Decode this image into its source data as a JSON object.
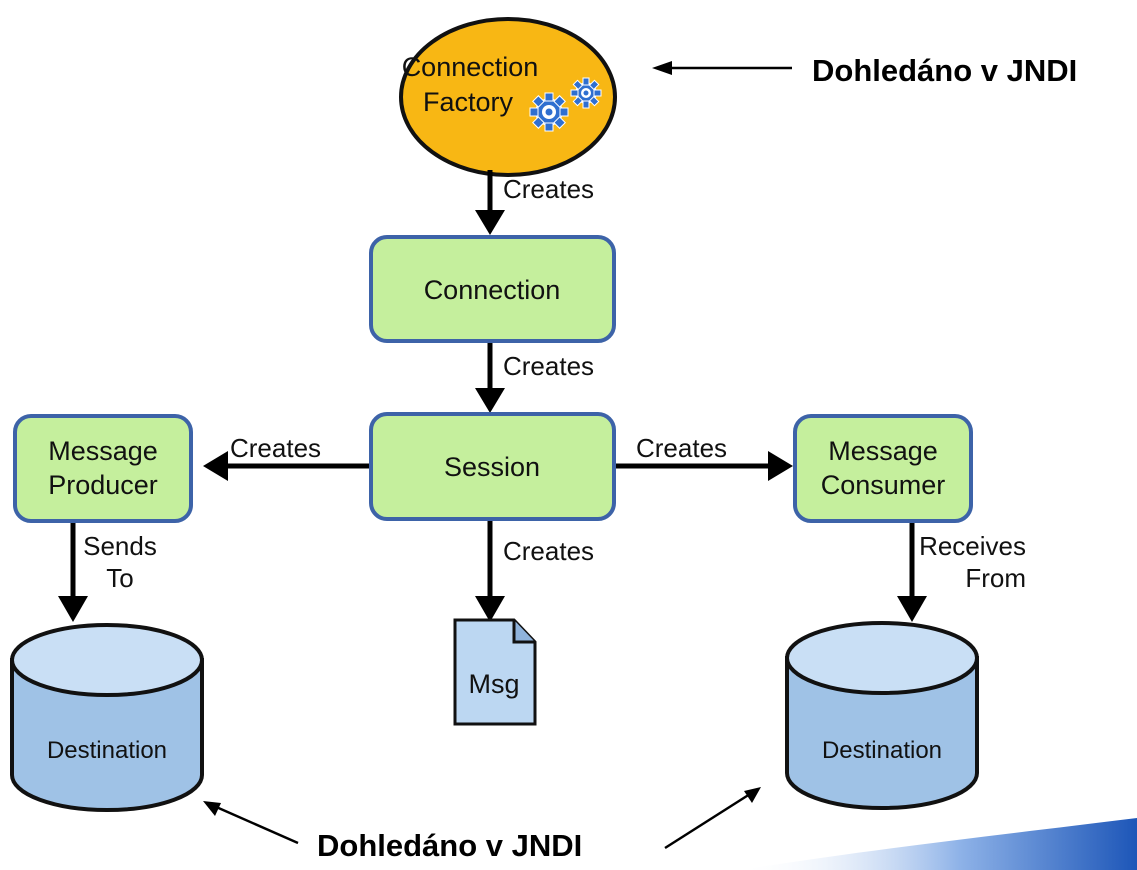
{
  "nodes": {
    "factory_line1": "Connection",
    "factory_line2": "Factory",
    "connection": "Connection",
    "session": "Session",
    "producer_line1": "Message",
    "producer_line2": "Producer",
    "consumer_line1": "Message",
    "consumer_line2": "Consumer",
    "destination_left": "Destination",
    "destination_right": "Destination",
    "msg": "Msg"
  },
  "edges": {
    "factory_to_connection": "Creates",
    "connection_to_session": "Creates",
    "session_to_producer": "Creates",
    "session_to_consumer": "Creates",
    "session_to_msg": "Creates",
    "producer_sends_line1": "Sends",
    "producer_sends_line2": "To",
    "consumer_receives_line1": "Receives",
    "consumer_receives_line2": "From"
  },
  "annotations": {
    "top": "Dohledáno v JNDI",
    "bottom": "Dohledáno v JNDI"
  },
  "colors": {
    "factory_fill": "#f8b714",
    "box_fill": "#c5ef9d",
    "box_stroke": "#3d63a8",
    "cylinder_fill": "#9fc2e6",
    "gear": "#2f6fd0"
  }
}
